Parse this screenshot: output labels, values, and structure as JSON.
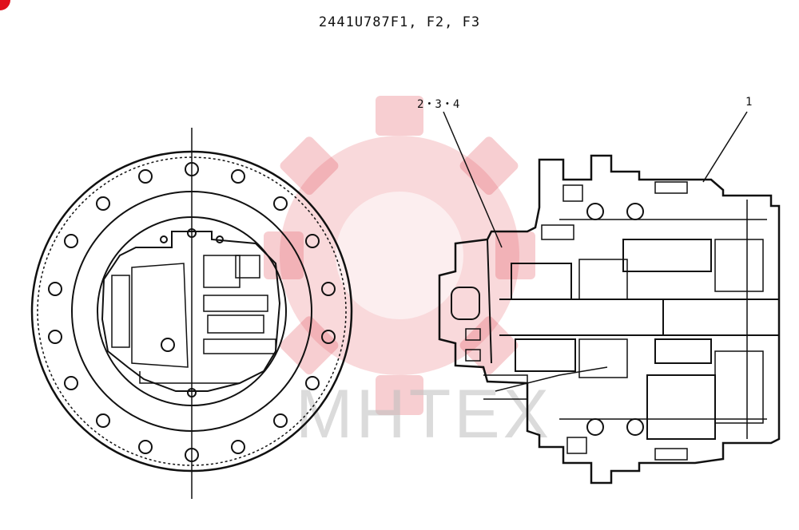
{
  "drawing": {
    "title": "2441U787F1, F2, F3",
    "callouts": {
      "part_a": "2・3・4",
      "part_b": "1"
    },
    "watermark_text": "MHTEX"
  },
  "colors": {
    "line": "#111111",
    "watermark": "#e4505a",
    "corner_badge": "#e0101c"
  }
}
